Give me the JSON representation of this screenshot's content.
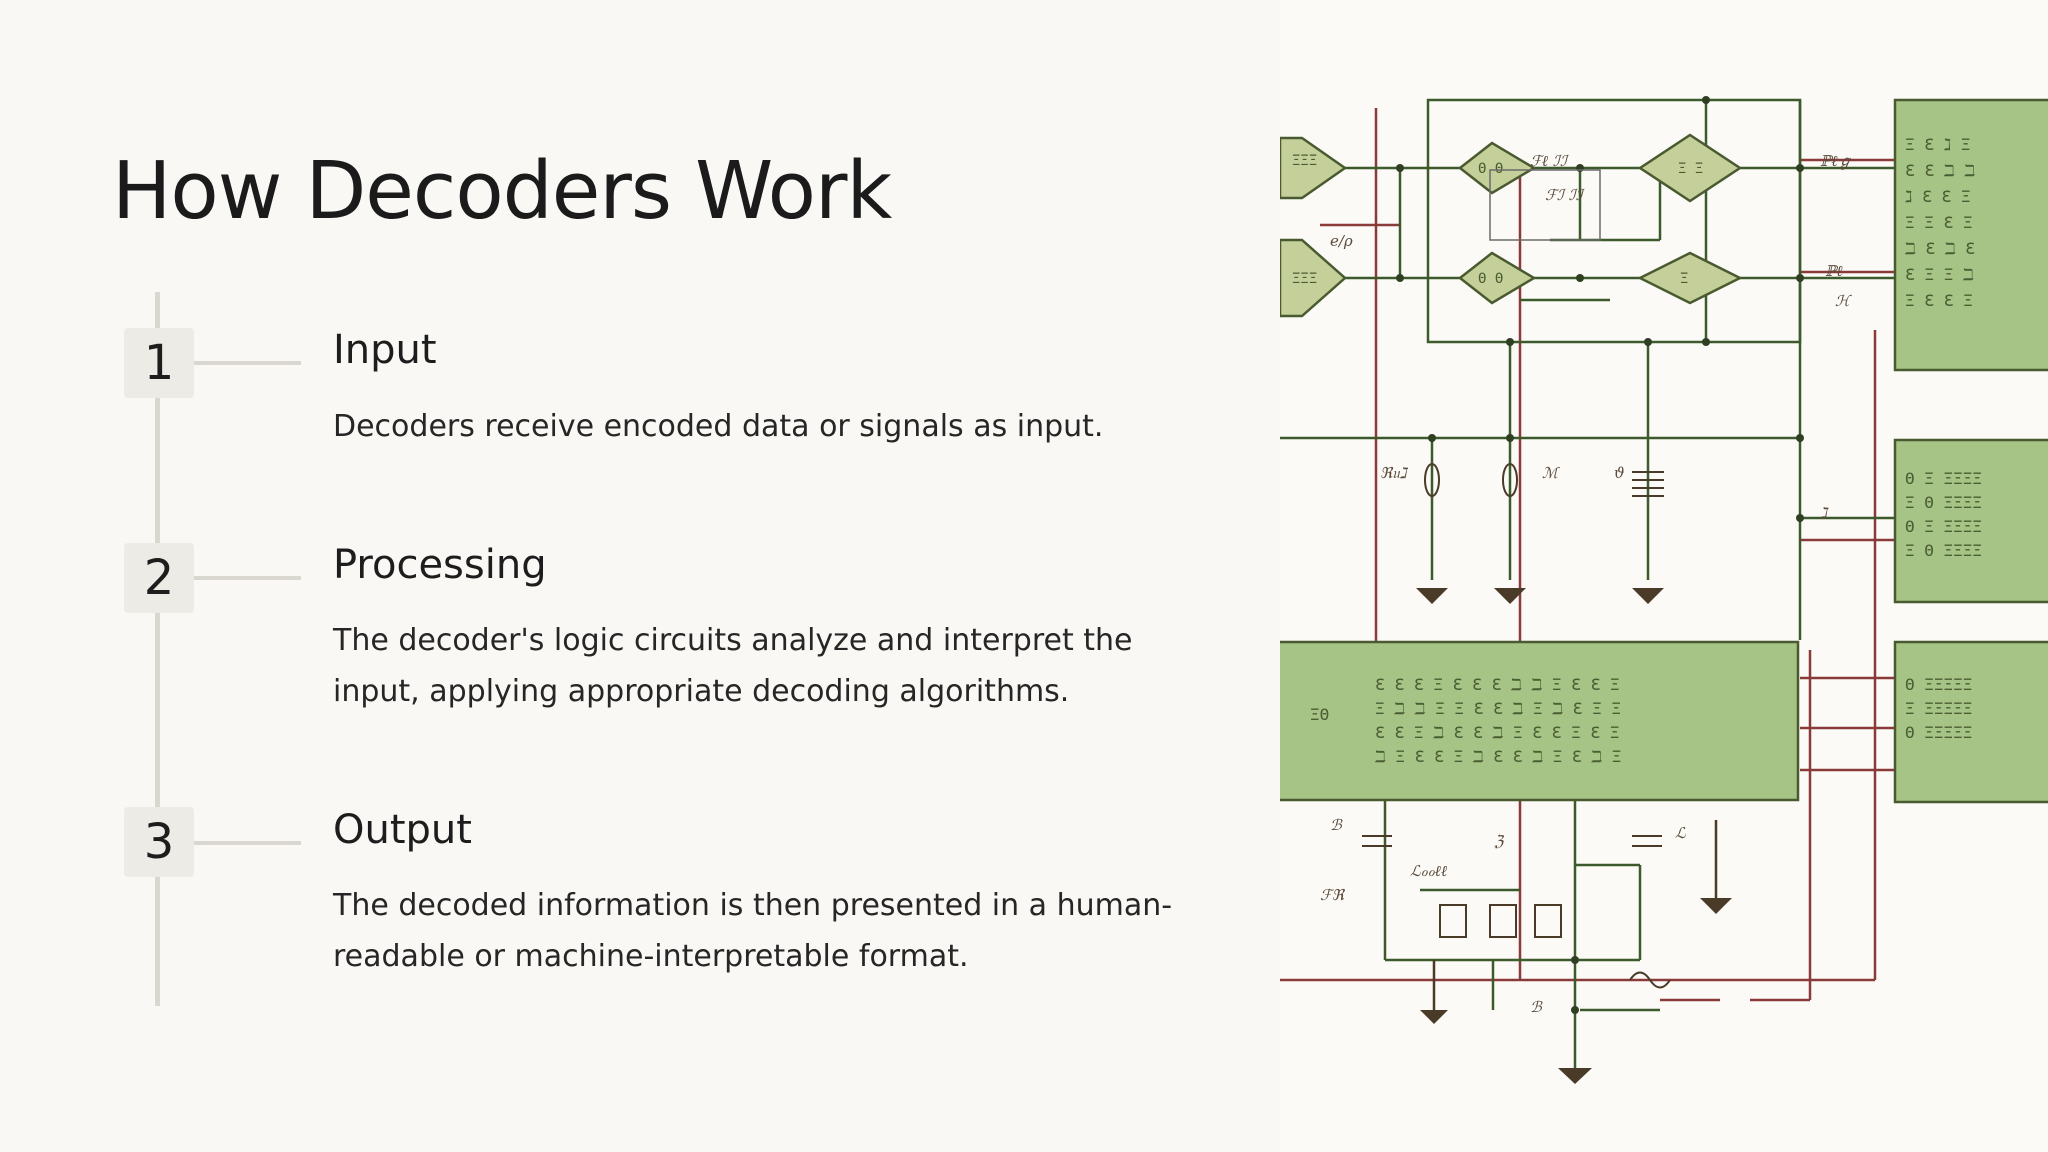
{
  "slide": {
    "title": "How Decoders Work",
    "steps": [
      {
        "number": "1",
        "heading": "Input",
        "text": "Decoders receive encoded data or signals as input."
      },
      {
        "number": "2",
        "heading": "Processing",
        "text": "The decoder's logic circuits analyze and interpret the input, applying appropriate decoding algorithms."
      },
      {
        "number": "3",
        "heading": "Output",
        "text": "The decoded information is then presented in a human-readable or machine-interpretable format."
      }
    ]
  },
  "illustration": {
    "subject": "circuit-schematic",
    "block_fill": "#a6c486",
    "wire_green": "#3d5a2c",
    "wire_red": "#8b3a3a",
    "ground_color": "#4a3a28"
  }
}
